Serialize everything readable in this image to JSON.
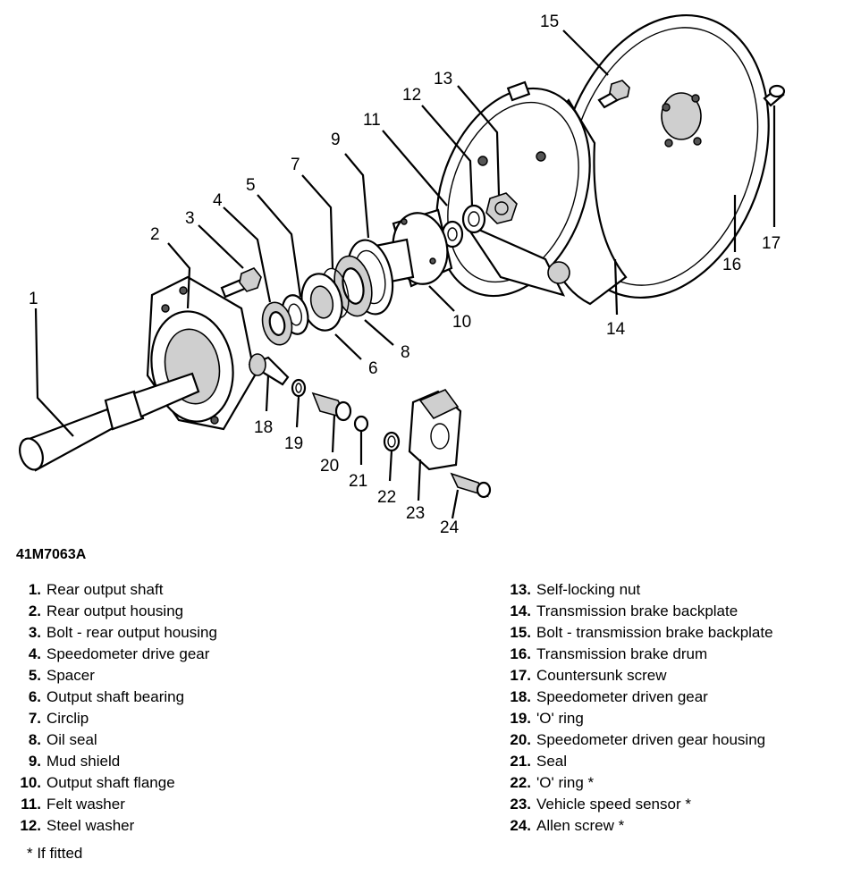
{
  "figure_code": "41M7063A",
  "callouts": [
    "1",
    "2",
    "3",
    "4",
    "5",
    "6",
    "7",
    "8",
    "9",
    "10",
    "11",
    "12",
    "13",
    "14",
    "15",
    "16",
    "17",
    "18",
    "19",
    "20",
    "21",
    "22",
    "23",
    "24"
  ],
  "legend_left": [
    {
      "num": "1.",
      "label": "Rear output shaft"
    },
    {
      "num": "2.",
      "label": "Rear output housing"
    },
    {
      "num": "3.",
      "label": "Bolt - rear output housing"
    },
    {
      "num": "4.",
      "label": "Speedometer drive gear"
    },
    {
      "num": "5.",
      "label": "Spacer"
    },
    {
      "num": "6.",
      "label": "Output shaft bearing"
    },
    {
      "num": "7.",
      "label": "Circlip"
    },
    {
      "num": "8.",
      "label": "Oil seal"
    },
    {
      "num": "9.",
      "label": "Mud shield"
    },
    {
      "num": "10.",
      "label": "Output shaft flange"
    },
    {
      "num": "11.",
      "label": "Felt washer"
    },
    {
      "num": "12.",
      "label": "Steel washer"
    }
  ],
  "legend_right": [
    {
      "num": "13.",
      "label": "Self-locking nut"
    },
    {
      "num": "14.",
      "label": "Transmission brake backplate"
    },
    {
      "num": "15.",
      "label": "Bolt - transmission brake backplate"
    },
    {
      "num": "16.",
      "label": "Transmission brake drum"
    },
    {
      "num": "17.",
      "label": "Countersunk screw"
    },
    {
      "num": "18.",
      "label": "Speedometer driven gear"
    },
    {
      "num": "19.",
      "label": "'O' ring"
    },
    {
      "num": "20.",
      "label": "Speedometer driven gear housing"
    },
    {
      "num": "21.",
      "label": "Seal"
    },
    {
      "num": "22.",
      "label": "'O' ring *"
    },
    {
      "num": "23.",
      "label": "Vehicle speed sensor *"
    },
    {
      "num": "24.",
      "label": "Allen screw *"
    }
  ],
  "footnote": "* If fitted"
}
